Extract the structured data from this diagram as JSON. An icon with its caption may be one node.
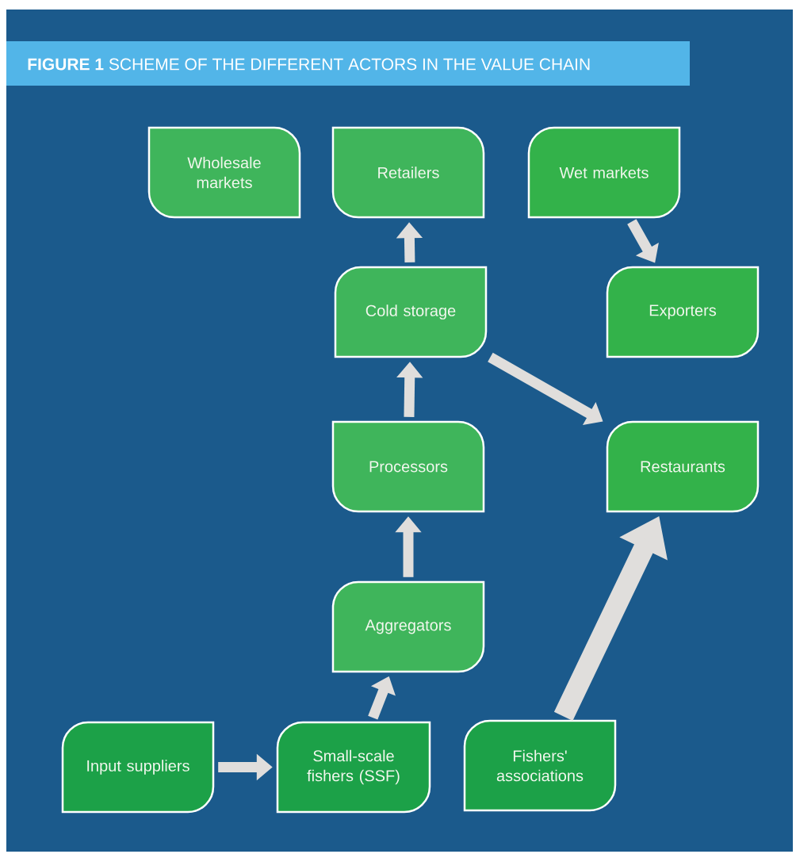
{
  "diagram": {
    "title": "**FIGURE 1** SCHEME OF THE DIFFERENT ACTORS IN THE VALUE CHAIN",
    "nodes": [
      {
        "text": [
          "Wholesale markets"
        ]
      },
      {
        "text": [
          "Retailers"
        ]
      },
      {
        "text": [
          "Wet markets"
        ]
      },
      {
        "text": [
          "Cold storage"
        ]
      },
      {
        "text": [
          "Exporters"
        ]
      },
      {
        "text": [
          "Processors"
        ]
      },
      {
        "text": [
          "Restaurants"
        ]
      },
      {
        "text": [
          "Aggregators"
        ]
      },
      {
        "text": [
          "Input suppliers"
        ]
      },
      {
        "text": [
          "Small-scale fishers (SSF)"
        ]
      },
      {
        "text": [
          "Fishers' associations"
        ]
      }
    ],
    "edges": [
      {
        "from": 8,
        "to": 9,
        "arrow": "to"
      },
      {
        "from": 9,
        "to": 7,
        "arrow": "to"
      },
      {
        "from": 7,
        "to": 5,
        "arrow": "to"
      },
      {
        "from": 5,
        "to": 3,
        "arrow": "to"
      },
      {
        "from": 3,
        "to": 1,
        "arrow": "to"
      },
      {
        "from": 2,
        "to": 4,
        "arrow": "to"
      },
      {
        "from": 3,
        "to": 6,
        "arrow": "to"
      },
      {
        "from": 10,
        "to": 6,
        "arrow": "to",
        "style": "thick"
      }
    ]
  }
}
